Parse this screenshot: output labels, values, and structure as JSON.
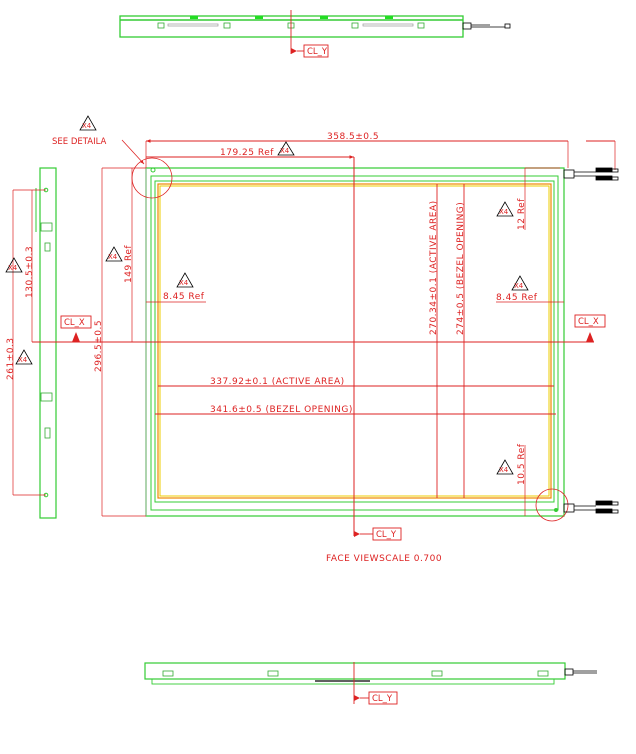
{
  "drawing": {
    "caption": "FACE VIEWSCALE 0.700",
    "see_detail": "SEE DETAILA",
    "revision_marker": "X4",
    "centerline_x": "CL_X",
    "centerline_y": "CL_Y",
    "colors": {
      "dimension": "#dd2222",
      "outline": "#33cc33",
      "bezel": "#ee8800",
      "active": "#eecc00",
      "connector": "#000000"
    }
  },
  "dimensions": {
    "overall_width": "358.5±0.5",
    "half_width_ref": "179.25 Ref",
    "overall_height": "296.5±0.5",
    "half_height_ref": "149 Ref",
    "left_margin_ref": "8.45 Ref",
    "right_margin_ref": "8.45 Ref",
    "top_connector_ref": "12 Ref",
    "bottom_connector_ref": "10.5 Ref",
    "active_area_width": "337.92±0.1 (ACTIVE AREA)",
    "bezel_opening_width": "341.6±0.5 (BEZEL OPENING)",
    "active_area_height": "270.34±0.1 (ACTIVE AREA)",
    "bezel_opening_height": "274±0.5 (BEZEL OPENING)",
    "side_half_height": "130.5±0.3",
    "side_full_height": "261±0.3"
  },
  "views": {
    "top": "top-side-view",
    "left": "left-side-view",
    "face": "face-view",
    "bottom": "bottom-side-view"
  }
}
